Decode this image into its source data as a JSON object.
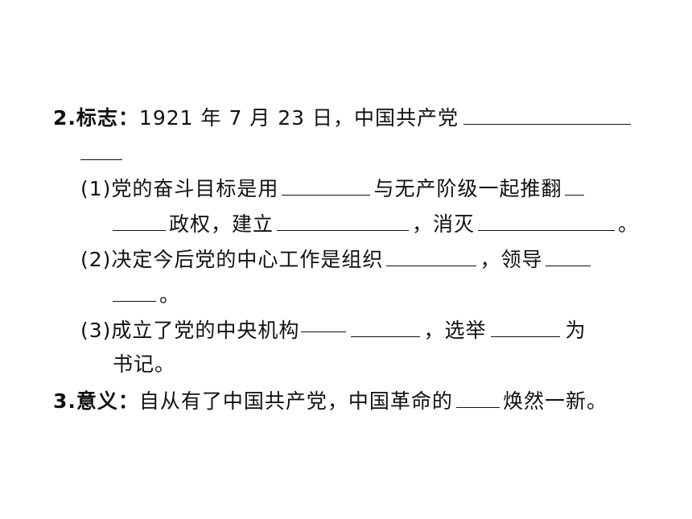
{
  "item2": {
    "number": "2.",
    "heading": "标志：",
    "text": "1921 年 7 月 23 日，中国共产党",
    "sub1": {
      "prefix": "(1)",
      "text_a": "党的奋斗目标是用",
      "text_b": "与无产阶级一起推翻",
      "text_c": "政权，建立",
      "text_d": "，消灭",
      "text_e": "。"
    },
    "sub2": {
      "prefix": "(2)",
      "text_a": "决定今后党的中心工作是组织",
      "text_b": "，领导",
      "text_c": "。"
    },
    "sub3": {
      "prefix": "(3)",
      "text_a": "成立了党的中央机构",
      "text_b": "，选举",
      "text_c": "为",
      "text_d": "书记。"
    }
  },
  "item3": {
    "number": "3.",
    "heading": "意义：",
    "text_a": "自从有了中国共产党，中国革命的",
    "text_b": "焕然一新。"
  }
}
